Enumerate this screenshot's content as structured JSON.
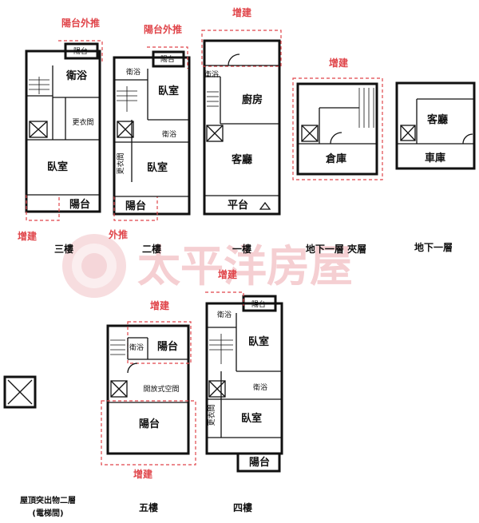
{
  "watermark": {
    "brand": "太平洋房屋"
  },
  "floors": {
    "f3": {
      "label": "三樓",
      "rooms": {
        "bath": "衛浴",
        "closet": "更衣間",
        "bedroom": "臥室",
        "balcony_top": "陽台",
        "balcony_bottom": "陽台"
      },
      "notes": {
        "balcony_push": "陽台外推",
        "addition": "增建"
      }
    },
    "f2": {
      "label": "二樓",
      "rooms": {
        "balcony_top": "陽台",
        "bath_small": "衛浴",
        "bedroom_top": "臥室",
        "bath": "衛浴",
        "closet": "更衣間",
        "bedroom": "臥室",
        "balcony_bottom": "陽台"
      },
      "notes": {
        "balcony_push": "陽台外推",
        "push_out": "外推"
      }
    },
    "f1": {
      "label": "一樓",
      "rooms": {
        "bath": "衛浴",
        "kitchen": "廚房",
        "living": "客廳",
        "platform": "平台"
      },
      "notes": {
        "addition": "增建"
      }
    },
    "b1_mezz": {
      "label": "地下一層 夾層",
      "rooms": {
        "storage": "倉庫"
      },
      "notes": {
        "addition": "增建"
      }
    },
    "b1": {
      "label": "地下一層",
      "rooms": {
        "living": "客廳",
        "garage": "車庫"
      }
    },
    "f5": {
      "label": "五樓",
      "rooms": {
        "bath": "衛浴",
        "balcony_top": "陽台",
        "open_space": "開放式空間",
        "balcony_bottom": "陽台"
      },
      "notes": {
        "addition_top": "增建",
        "addition_bottom": "增建"
      }
    },
    "f4": {
      "label": "四樓",
      "rooms": {
        "balcony_top": "陽台",
        "bath_small": "衛浴",
        "bedroom_top": "臥室",
        "bath": "衛浴",
        "closet": "更衣間",
        "bedroom": "臥室",
        "balcony_bottom": "陽台"
      },
      "notes": {
        "addition": "增建"
      }
    },
    "roof": {
      "label_line1": "屋頂突出物二層",
      "label_line2": "(電梯間)"
    }
  }
}
